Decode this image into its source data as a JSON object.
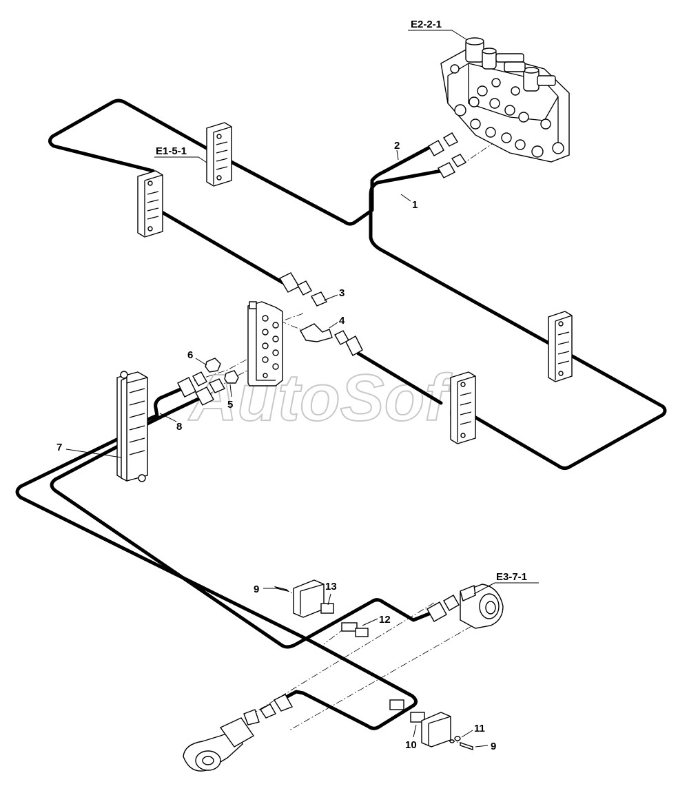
{
  "watermark": "AutoSoft",
  "labels": {
    "e2_2_1": "E2-2-1",
    "e1_5_1": "E1-5-1",
    "e3_7_1": "E3-7-1",
    "p1": "1",
    "p2": "2",
    "p3": "3",
    "p4": "4",
    "p5": "5",
    "p6": "6",
    "p7": "7",
    "p8": "8",
    "p9a": "9",
    "p9b": "9",
    "p10": "10",
    "p11": "11",
    "p12": "12",
    "p13": "13"
  }
}
